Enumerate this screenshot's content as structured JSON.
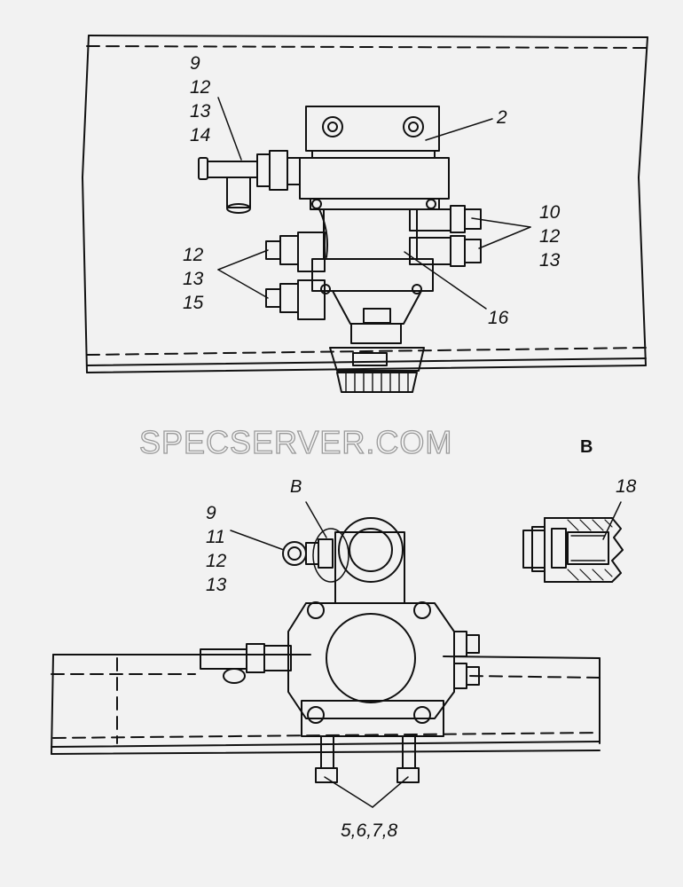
{
  "watermark": "SPECSERVER.COM",
  "view_label": "B",
  "callout_label": "B",
  "labels": {
    "top_left_group": [
      "9",
      "12",
      "13",
      "14"
    ],
    "top_item_2": "2",
    "right_group": [
      "10",
      "12",
      "13"
    ],
    "left_group": [
      "12",
      "13",
      "15"
    ],
    "item_16": "16",
    "bottom_left_group": [
      "9",
      "11",
      "12",
      "13"
    ],
    "detail_18": "18",
    "bottom_group": "5,6,7,8"
  }
}
